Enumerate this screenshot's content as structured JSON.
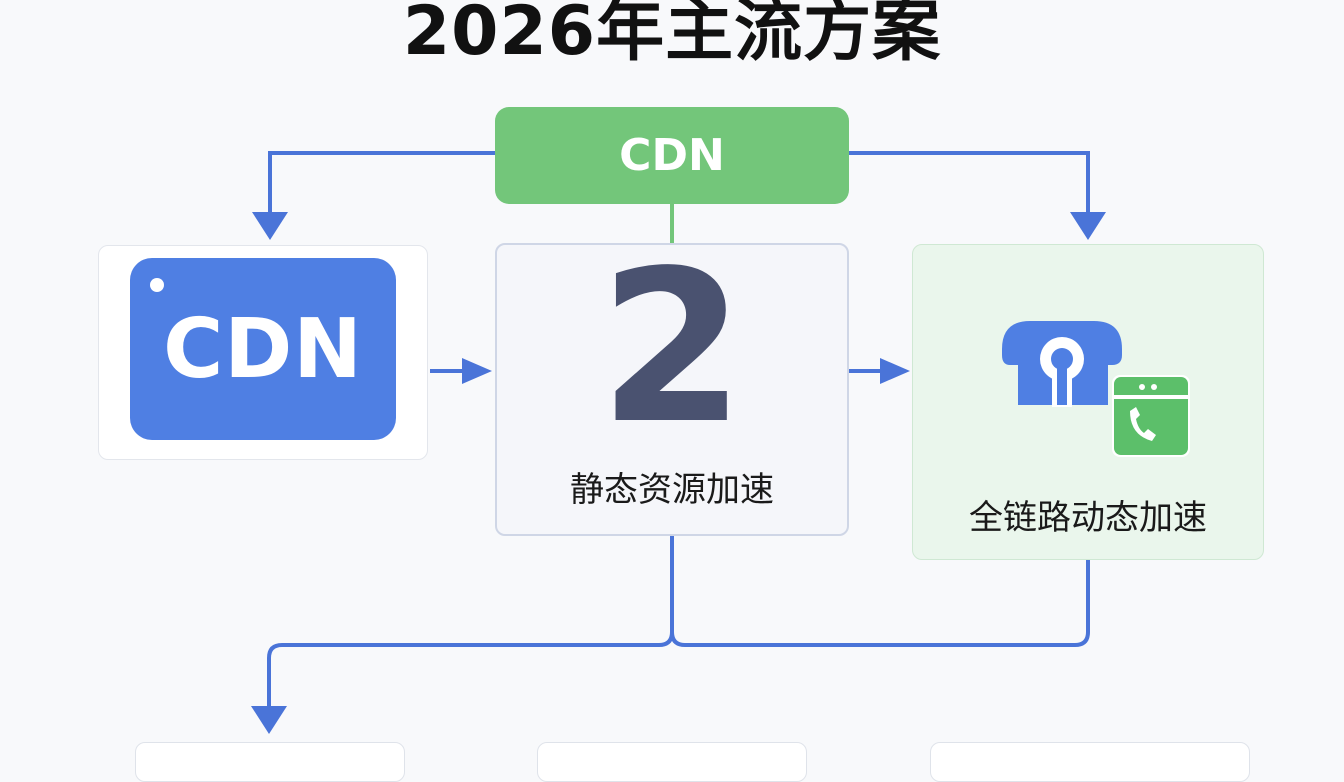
{
  "title": "2026年主流方案",
  "top_node": {
    "label": "CDN"
  },
  "left_node": {
    "chip_label": "CDN"
  },
  "middle_node": {
    "number": "2",
    "label": "静态资源加速"
  },
  "right_node": {
    "label": "全链路动态加速",
    "icon": "home-phone-icon"
  },
  "colors": {
    "arrow_blue": "#4a74d8",
    "green": "#73c67a",
    "chip_blue": "#4f7fe3",
    "number_slate": "#4a5270"
  }
}
